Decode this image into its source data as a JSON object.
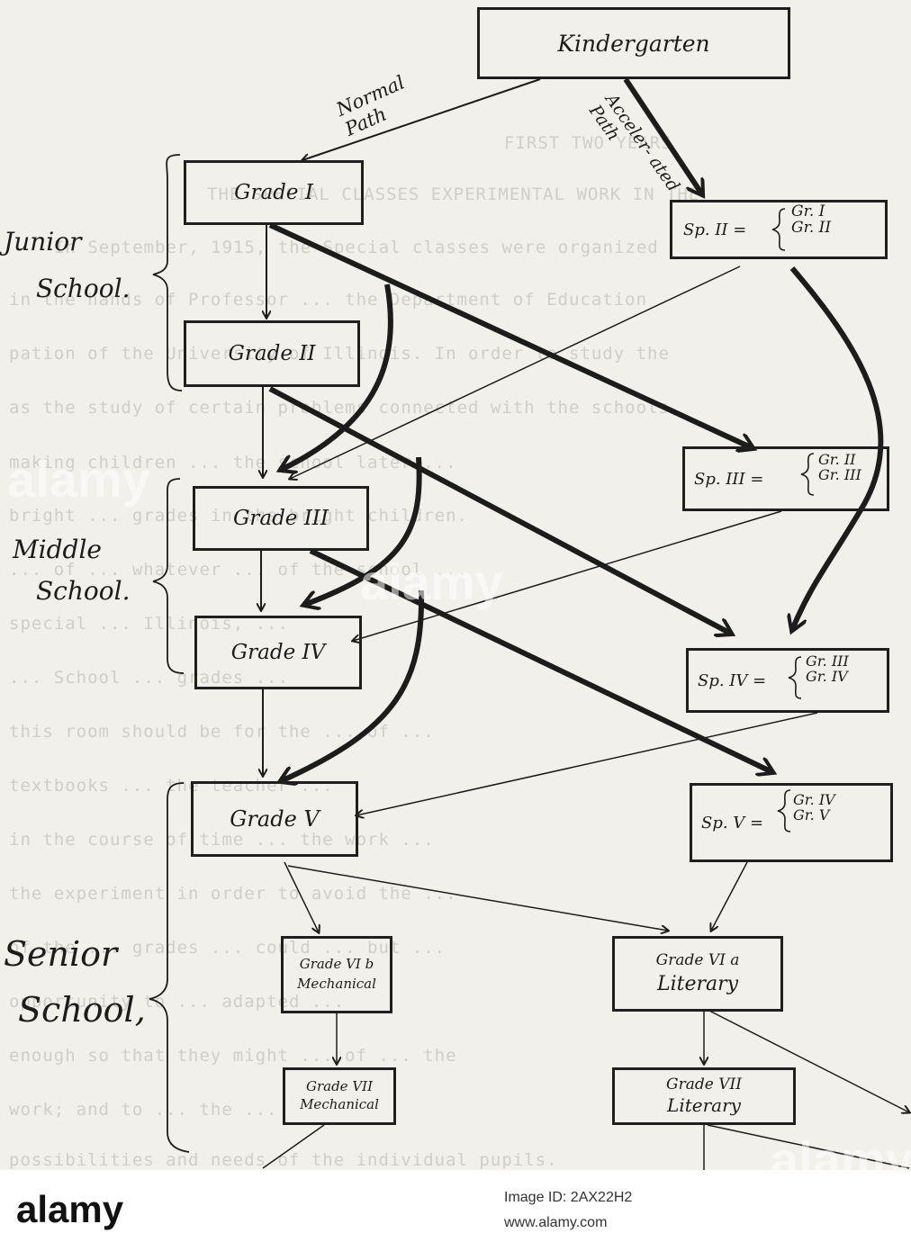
{
  "diagram": {
    "nodes": {
      "kindergarten": {
        "label": "Kindergarten"
      },
      "grade1": {
        "label": "Grade I"
      },
      "grade2": {
        "label": "Grade II"
      },
      "grade3": {
        "label": "Grade III"
      },
      "grade4": {
        "label": "Grade IV"
      },
      "grade5": {
        "label": "Grade V"
      },
      "sp2": {
        "label": "Sp. II =",
        "brace_top": "Gr. I",
        "brace_bottom": "Gr. II"
      },
      "sp3": {
        "label": "Sp. III =",
        "brace_top": "Gr. II",
        "brace_bottom": "Gr. III"
      },
      "sp4": {
        "label": "Sp. IV =",
        "brace_top": "Gr. III",
        "brace_bottom": "Gr. IV"
      },
      "sp5": {
        "label": "Sp. V =",
        "brace_top": "Gr. IV",
        "brace_bottom": "Gr. V"
      },
      "grade6b": {
        "line1": "Grade VI b",
        "line2": "Mechanical"
      },
      "grade6a": {
        "line1": "Grade VI a",
        "line2": "Literary"
      },
      "grade7m": {
        "line1": "Grade VII",
        "line2": "Mechanical"
      },
      "grade7l": {
        "line1": "Grade VII",
        "line2": "Literary"
      }
    },
    "path_labels": {
      "normal": "Normal Path",
      "accelerated": "Acceler- ated Path"
    },
    "school_labels": {
      "junior": [
        "Junior",
        "School."
      ],
      "middle": [
        "Middle",
        "School."
      ],
      "senior": [
        "Senior",
        "School,"
      ]
    },
    "background_text": [
      "FIRST TWO YEARS",
      "THE SPECIAL CLASSES EXPERIMENTAL WORK IN THE",
      "In September, 1915, the Special classes were organized",
      "in the hands of Professor ... the Department of Education",
      "pation of the University of Illinois. In order to study the",
      "as the study of certain problems connected with the schools,",
      "making children ... the school later ...",
      "bright ... grades in the bright children.",
      "... of ... whatever ... of the school ...",
      "special ... Illinois, ...",
      "... School ... grades ...",
      "this room should be for the ... of ... ",
      "textbooks ... the teacher ... ",
      "in the course of time ... the work ...",
      "the experiment in order to avoid the ... ",
      "of the ... grades ... could ... but ...",
      "opportunity to ... adapted ... ",
      "enough so that they might ... of ... the",
      "work; and to ... the ...",
      "possibilities and needs of the individual pupils."
    ]
  },
  "watermark": {
    "text": "alamy"
  },
  "footer": {
    "logo": "alamy",
    "image_id": "Image ID: 2AX22H2",
    "url": "www.alamy.com"
  },
  "colors": {
    "ink": "#1c1c1c",
    "paper": "#f1f0ea"
  }
}
